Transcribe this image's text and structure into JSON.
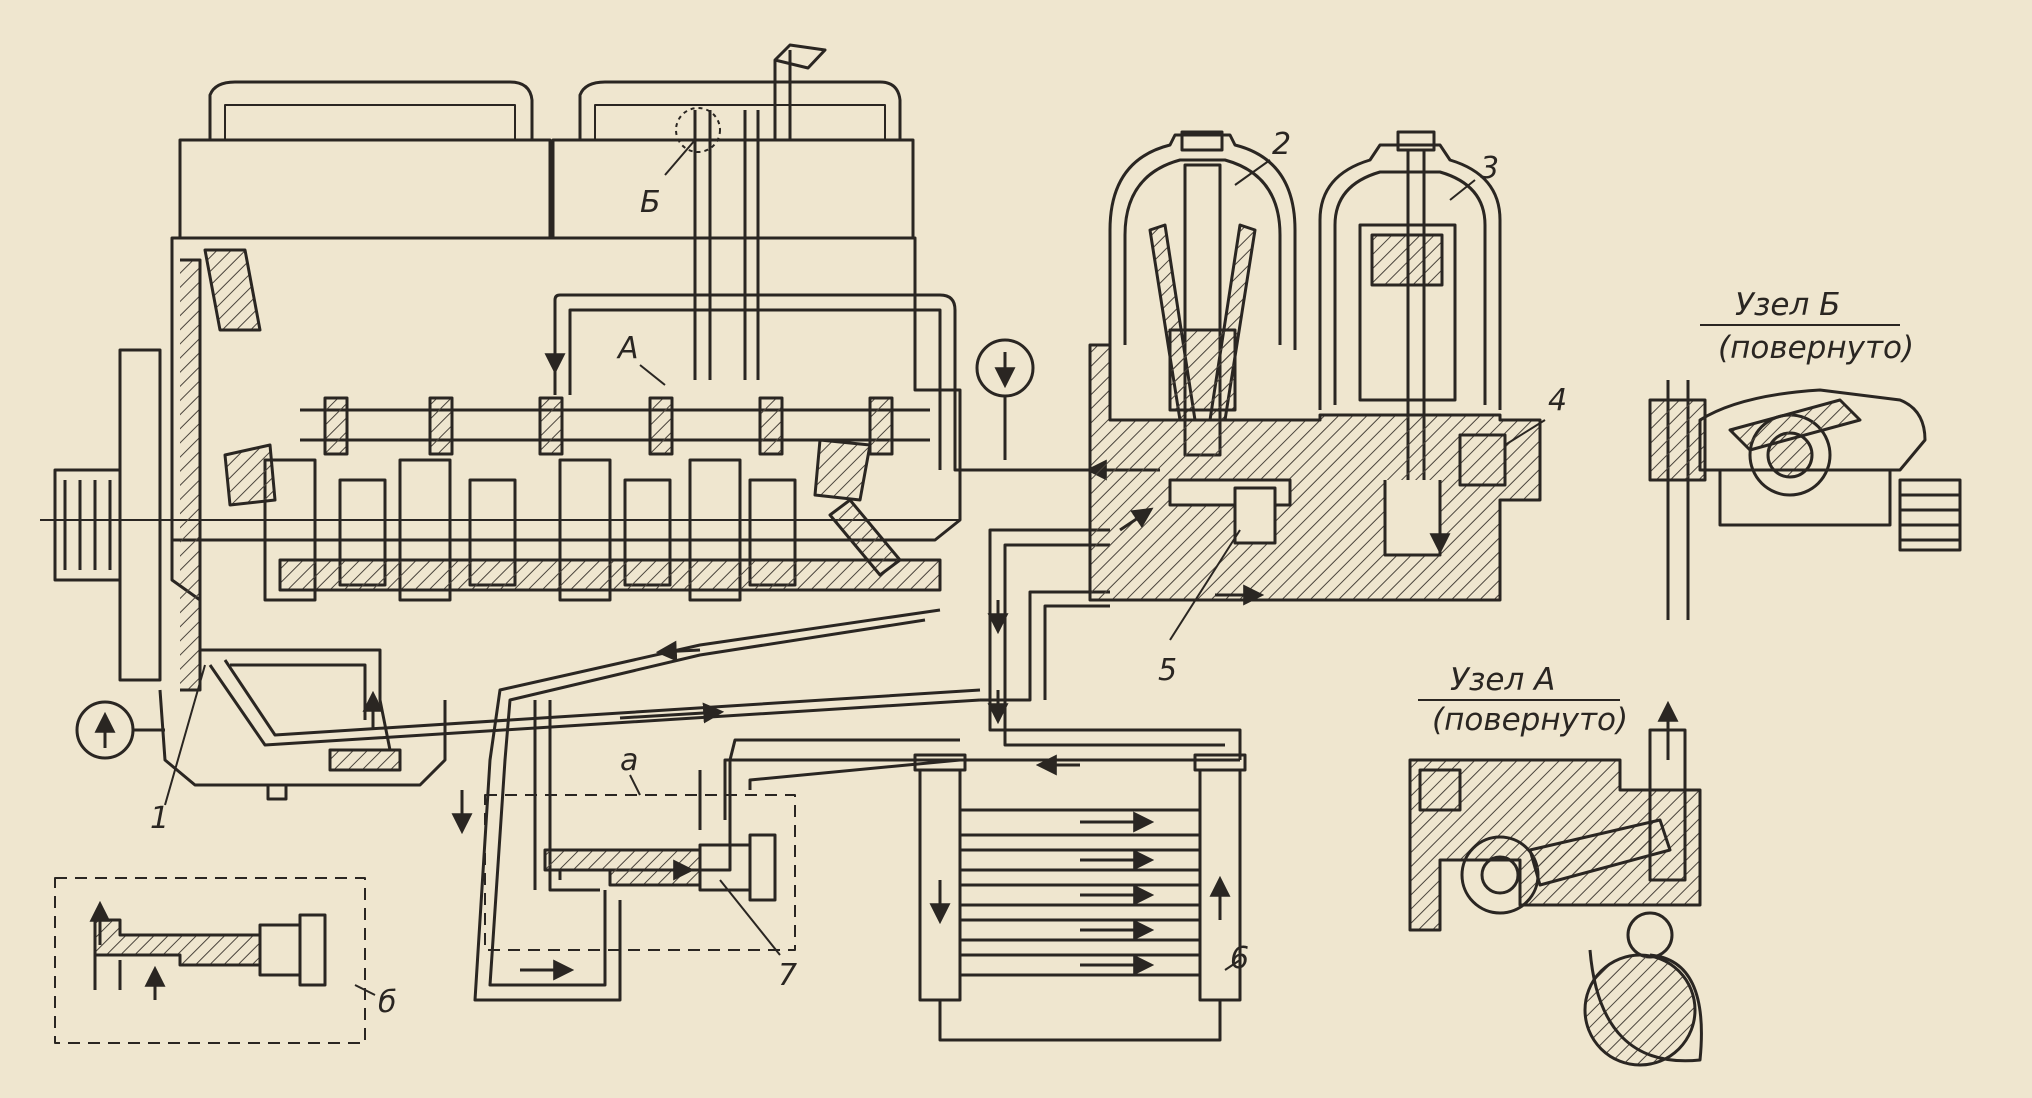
{
  "diagram": {
    "labels": {
      "n1": "1",
      "n2": "2",
      "n3": "3",
      "n4": "4",
      "n5": "5",
      "n6": "6",
      "n7": "7",
      "A": "А",
      "B": "Б",
      "a": "а",
      "b": "б"
    },
    "detail_B": {
      "title": "Узел Б",
      "subtitle": "(повернуто)"
    },
    "detail_A": {
      "title": "Узел А",
      "subtitle": "(повернуто)"
    }
  },
  "colors": {
    "paper": "#efe6cf",
    "ink": "#2a2622",
    "hatch": "#4a443c"
  }
}
